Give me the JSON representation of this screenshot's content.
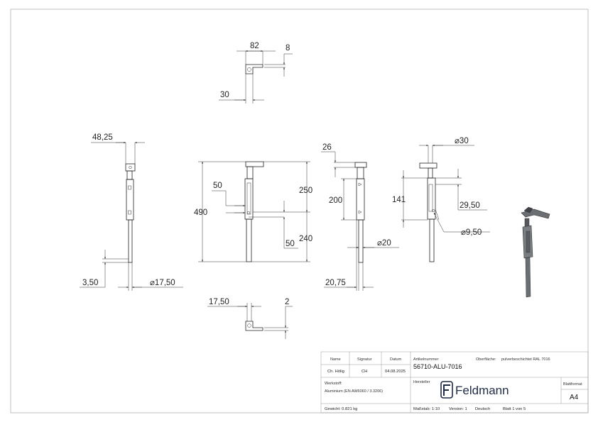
{
  "dimensions": {
    "top_82": "82",
    "top_8": "8",
    "top_30": "30",
    "left_48_25": "48,25",
    "left_3_50": "3,50",
    "left_d17_50": "⌀17,50",
    "front_490": "490",
    "front_250": "250",
    "front_240": "240",
    "front_50a": "50",
    "front_50b": "50",
    "side_26": "26",
    "side_200": "200",
    "side_d20": "⌀20",
    "side_20_75": "20,75",
    "right_d30": "⌀30",
    "right_141": "141",
    "right_29_50": "29,50",
    "right_d9_50": "⌀9,50",
    "bottom_17_50": "17,50",
    "bottom_2": "2"
  },
  "title_block": {
    "name_header": "Name",
    "signature_header": "Signatur",
    "date_header": "Datum",
    "name_value": "Ch. Hölig",
    "signature_value": "CH",
    "date_value": "04.08.2025",
    "article_label": "Artikelnummer",
    "article_number": "56710-ALU-7016",
    "surface_label": "Oberfläche:",
    "surface_value": "pulverbeschichtet RAL 7016",
    "material_label": "Werkstoff:",
    "material_value": "Aluminium (EN AW6060 / 3.3206)",
    "manufacturer_label": "Hersteller",
    "brand_name": "Feldmann",
    "format_label": "Blattformat",
    "format_value": "A4",
    "weight": "Gewicht: 0.821 kg",
    "scale": "Maßstab: 1:10",
    "version": "Version: 1",
    "language": "Deutsch",
    "sheet": "Blatt 1 von 5"
  },
  "colors": {
    "line": "#222222",
    "frame": "#9a9a9a",
    "brand": "#1f2a44",
    "iso_body": "#6b6e72"
  }
}
